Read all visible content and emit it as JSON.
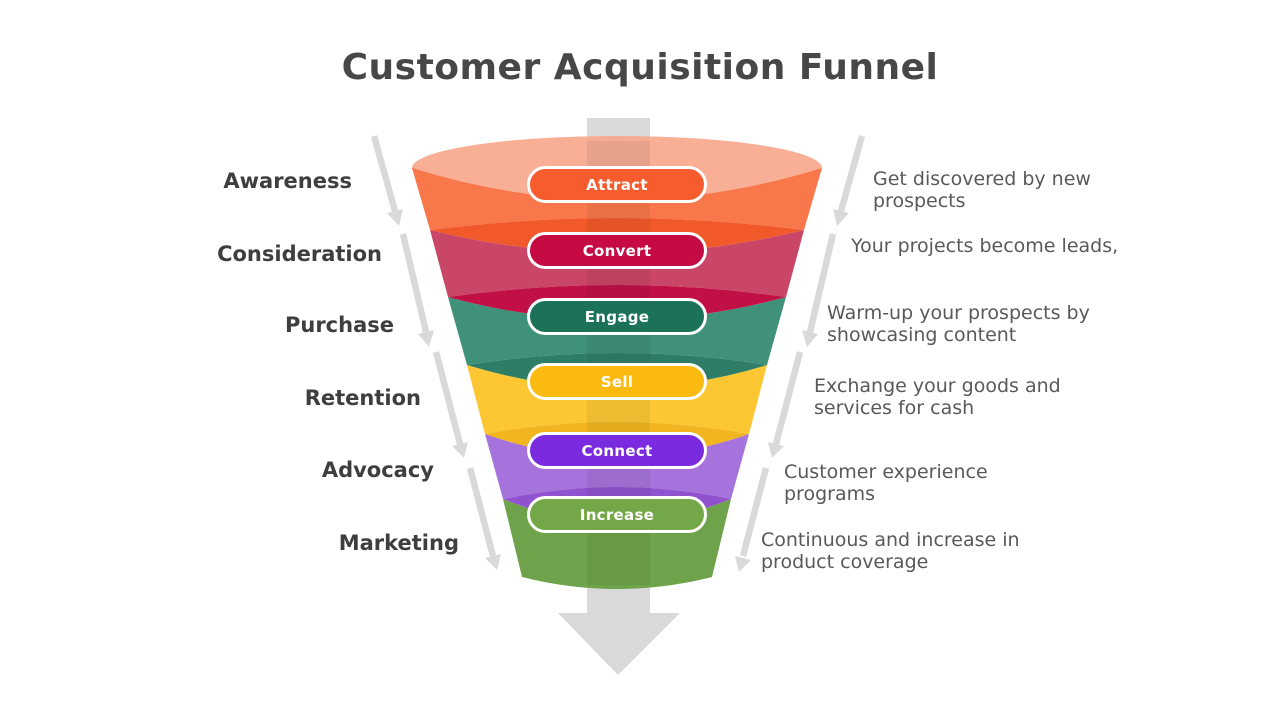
{
  "title": "Customer Acquisition Funnel",
  "palette": {
    "title_color": "#474747",
    "label_color": "#3E3E3E",
    "description_color": "#59595B",
    "arrow_gray": "#D9D9D9"
  },
  "stages": [
    {
      "label": "Awareness",
      "pill": "Attract",
      "description": "Get discovered by new\nprospects",
      "band_color": "#F8774B",
      "shade_color": "#F2592A",
      "pill_color": "#F75C2E",
      "opening_color": "#F9A78D"
    },
    {
      "label": "Consideration",
      "pill": "Convert",
      "description": "Your projects become leads,",
      "band_color": "#C94666",
      "shade_color": "#C11045",
      "pill_color": "#C60B44"
    },
    {
      "label": "Purchase",
      "pill": "Engage",
      "description": "Warm-up your prospects by\nshowcasing content",
      "band_color": "#3F9179",
      "shade_color": "#2E7E67",
      "pill_color": "#1B7258"
    },
    {
      "label": "Retention",
      "pill": "Sell",
      "description": "Exchange your goods and\nservices for cash",
      "band_color": "#FCC733",
      "shade_color": "#F2B51F",
      "pill_color": "#FBBA10"
    },
    {
      "label": "Advocacy",
      "pill": "Connect",
      "description": "Customer experience\nprograms",
      "band_color": "#A673DC",
      "shade_color": "#9052CF",
      "pill_color": "#7B2BDF"
    },
    {
      "label": "Marketing",
      "pill": "Increase",
      "description": "Continuous and increase in\nproduct coverage",
      "band_color": "#6FA34B",
      "pill_color": "#74A747"
    }
  ]
}
